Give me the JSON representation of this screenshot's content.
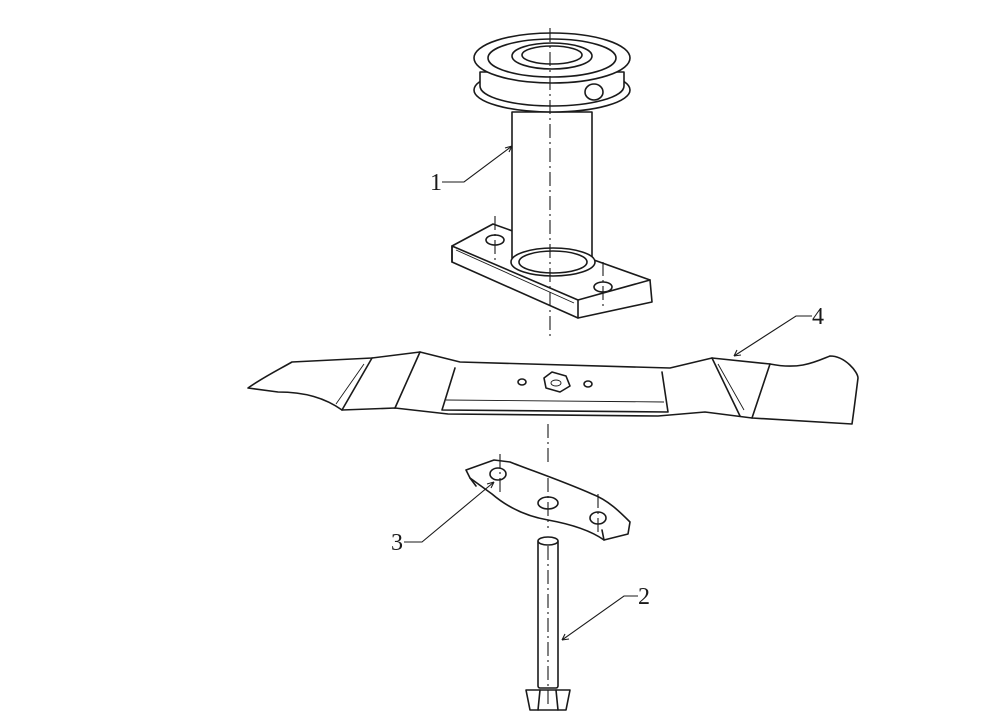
{
  "parts": [
    {
      "id": "1",
      "label": "1",
      "name": "spindle-housing"
    },
    {
      "id": "2",
      "label": "2",
      "name": "blade-bolt"
    },
    {
      "id": "3",
      "label": "3",
      "name": "blade-holder"
    },
    {
      "id": "4",
      "label": "4",
      "name": "mower-blade"
    }
  ]
}
